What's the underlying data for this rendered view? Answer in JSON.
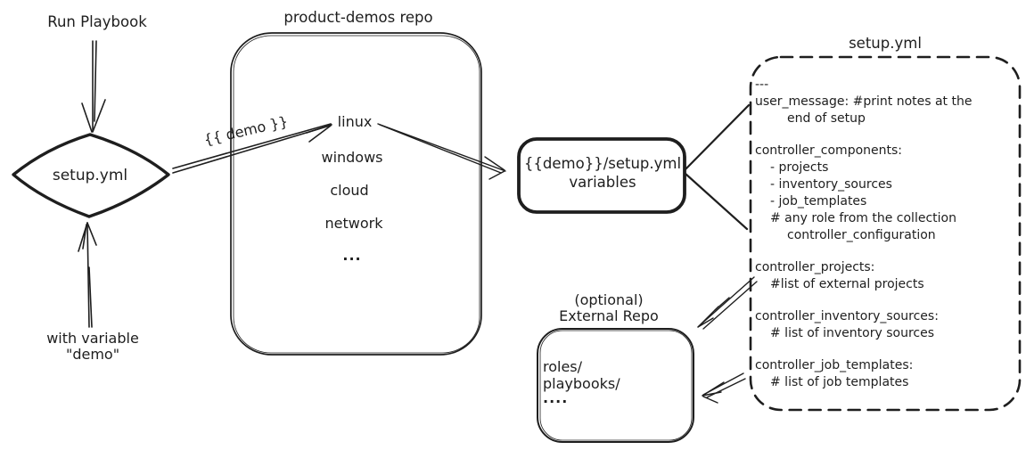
{
  "colors": {
    "ink": "#1e1e1e",
    "background": "#ffffff"
  },
  "left_flow": {
    "run_playbook_label": "Run Playbook",
    "diamond_label": "setup.yml",
    "with_variable_line1": "with variable",
    "with_variable_line2": "\"demo\""
  },
  "demo_arrow_label": "{{ demo }}",
  "repo": {
    "title": "product-demos repo",
    "items": [
      "linux",
      "windows",
      "cloud",
      "network",
      "..."
    ]
  },
  "variables_box": {
    "line1": "{{demo}}/setup.yml",
    "line2": "variables"
  },
  "setup_yml": {
    "title": "setup.yml",
    "lines": [
      "---",
      "user_message: #print notes at the",
      "end of setup",
      "controller_components:",
      "- projects",
      "- inventory_sources",
      "- job_templates",
      "# any role from the collection",
      "controller_configuration",
      "controller_projects:",
      "#list of external projects",
      "controller_inventory_sources:",
      "# list of inventory sources",
      "controller_job_templates:",
      "# list of job templates"
    ]
  },
  "external_repo": {
    "title_line1": "(optional)",
    "title_line2": "External Repo",
    "items": [
      "roles/",
      "playbooks/",
      "...."
    ]
  }
}
